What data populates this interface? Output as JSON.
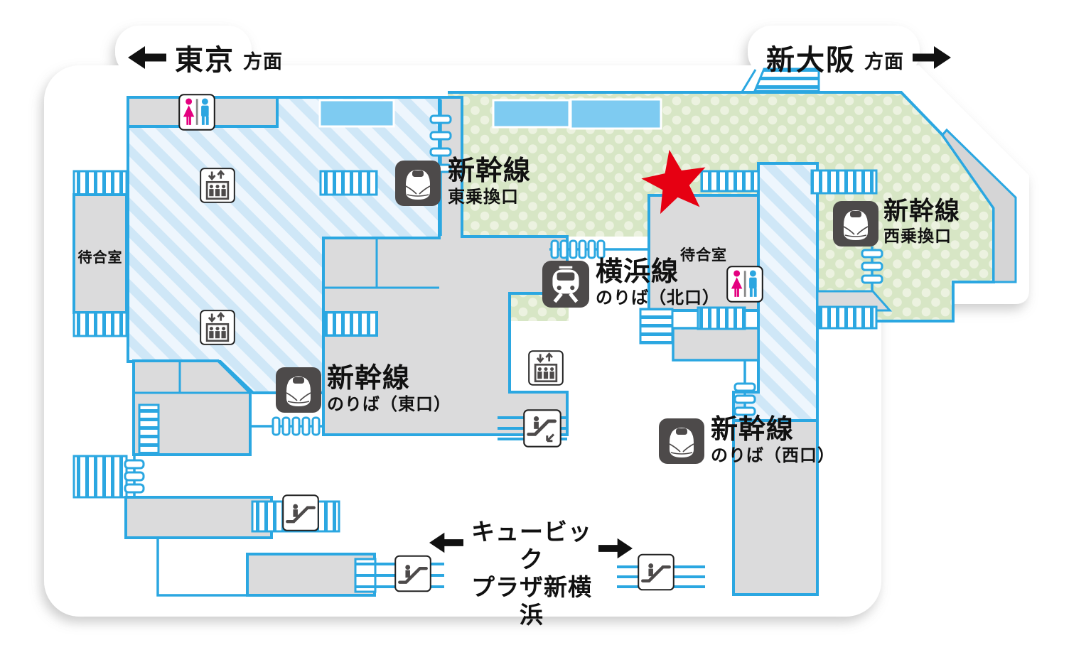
{
  "directions": {
    "left": {
      "text": "東京",
      "suffix": "方面"
    },
    "right": {
      "text": "新大阪",
      "suffix": "方面"
    },
    "plaza": {
      "line1": "キュービック",
      "line2": "プラザ新横浜"
    }
  },
  "labels": {
    "east_transfer": {
      "title": "新幹線",
      "subtitle": "東乗換口"
    },
    "west_transfer": {
      "title": "新幹線",
      "subtitle": "西乗換口"
    },
    "east_platform": {
      "title": "新幹線",
      "subtitle": "のりば（東口）"
    },
    "west_platform": {
      "title": "新幹線",
      "subtitle": "のりば（西口）"
    },
    "yokohama_line": {
      "title": "横浜線",
      "subtitle": "のりば（北口）"
    },
    "waiting_room_left": "待合室",
    "waiting_room_right": "待合室"
  },
  "marker": {
    "shape": "star",
    "color": "#E60012"
  },
  "icons": {
    "restroom": "male-female-restroom-icon",
    "elevator": "elevator-icon",
    "escalator": "escalator-icon",
    "shinkansen": "shinkansen-train-icon",
    "local_train": "local-train-icon"
  },
  "colors": {
    "line_blue": "#2BA7E1",
    "stripe_fill": "#CFE7F7",
    "green_dotted": "#D7E6C5",
    "building_gray": "#DBDBDC",
    "kiosk_blue": "#7ECBF1",
    "icon_dark": "#4D4A4A",
    "star_red": "#E60012",
    "female_pink": "#E4007F",
    "male_blue": "#2CA6E0"
  }
}
